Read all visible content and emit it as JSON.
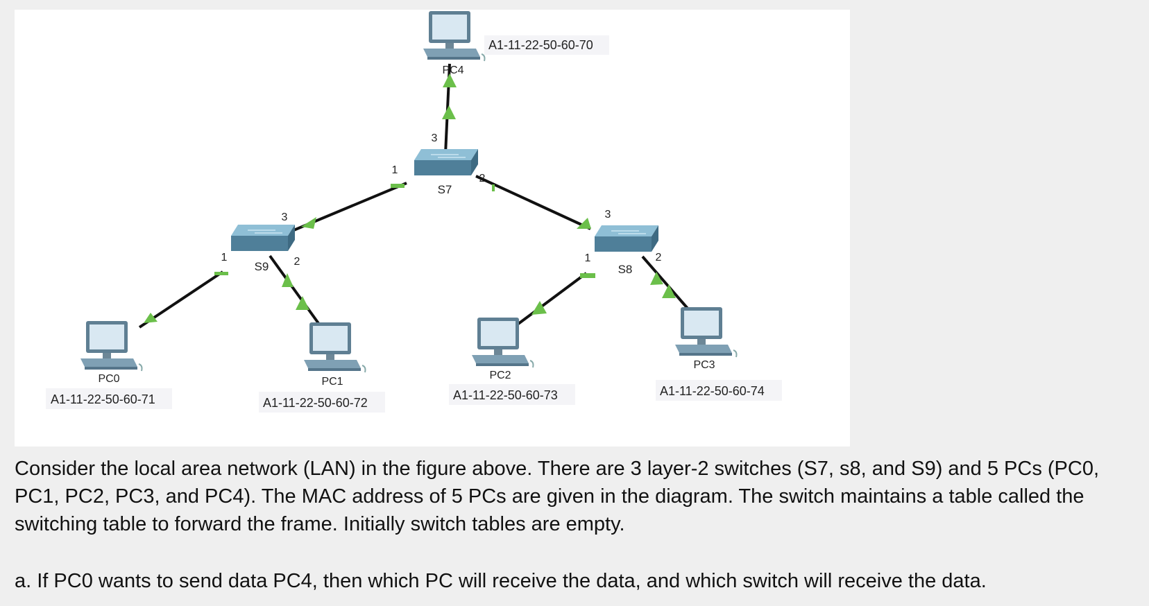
{
  "diagram": {
    "pcs": [
      {
        "id": "pc0",
        "name": "PC0",
        "mac": "A1-11-22-50-60-71"
      },
      {
        "id": "pc1",
        "name": "PC1",
        "mac": "A1-11-22-50-60-72"
      },
      {
        "id": "pc2",
        "name": "PC2",
        "mac": "A1-11-22-50-60-73"
      },
      {
        "id": "pc3",
        "name": "PC3",
        "mac": "A1-11-22-50-60-74"
      },
      {
        "id": "pc4",
        "name": "PC4",
        "mac": "A1-11-22-50-60-70"
      }
    ],
    "switches": [
      {
        "id": "s7",
        "name": "S7"
      },
      {
        "id": "s8",
        "name": "S8"
      },
      {
        "id": "s9",
        "name": "S9"
      }
    ],
    "ports": {
      "s7_p1": "1",
      "s7_p2": "2",
      "s7_p3": "3",
      "s9_p1": "1",
      "s9_p2": "2",
      "s9_p3": "3",
      "s8_p1": "1",
      "s8_p2": "2",
      "s8_p3": "3"
    },
    "colors": {
      "link": "#111111",
      "indicator": "#6bbf4a",
      "switch": "#5d8ea6",
      "pc_screen": "#d9e8f2"
    }
  },
  "question": {
    "intro": "Consider the local area network (LAN) in the figure above. There are 3 layer-2 switches (S7, s8, and S9) and 5 PCs (PC0, PC1, PC2, PC3, and PC4). The MAC address of 5 PCs are given in the diagram. The switch maintains a table called the switching table to forward the frame. Initially switch tables are empty.",
    "part_a": "a. If PC0 wants to send data PC4, then which PC will receive the data, and which switch will receive the data."
  }
}
